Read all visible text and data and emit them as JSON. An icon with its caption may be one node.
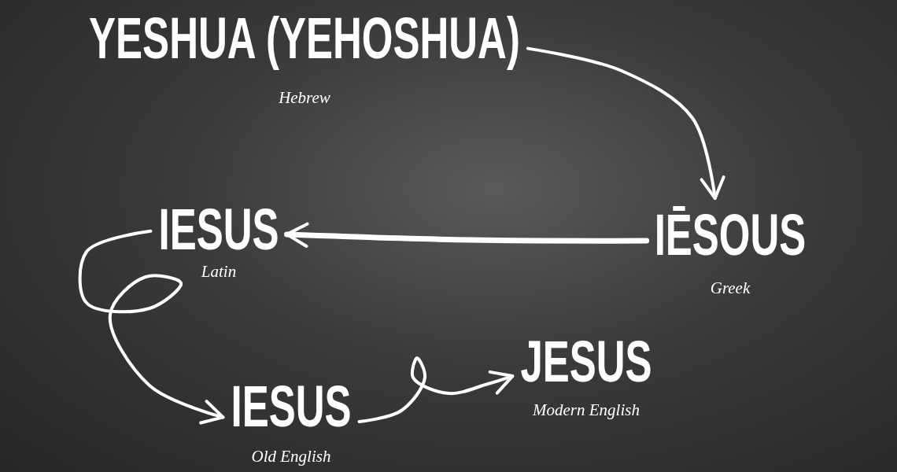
{
  "diagram": {
    "nodes": [
      {
        "text": [
          "YESHUA (YEHOSHUA)",
          "Hebrew"
        ]
      },
      {
        "text": [
          "IĒSOUS",
          "Greek"
        ]
      },
      {
        "text": [
          "IESUS",
          "Latin"
        ]
      },
      {
        "text": [
          "IESUS",
          "Old English"
        ]
      },
      {
        "text": [
          "JESUS",
          "Modern English"
        ]
      }
    ],
    "edges": [
      {
        "from": 0,
        "to": 1,
        "arrow": "to"
      },
      {
        "from": 1,
        "to": 2,
        "arrow": "to"
      },
      {
        "from": 2,
        "to": 3,
        "arrow": "to"
      },
      {
        "from": 3,
        "to": 4,
        "arrow": "to"
      }
    ]
  }
}
